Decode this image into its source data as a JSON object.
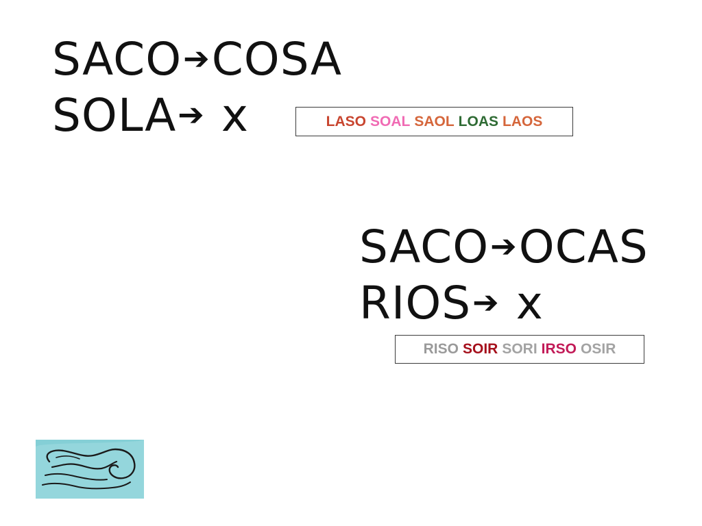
{
  "pair_one": {
    "line_a": {
      "left": "SACO",
      "right": "COSA"
    },
    "line_b": {
      "left": "SOLA",
      "right": "x"
    },
    "options": [
      {
        "text": "LASO",
        "color": "#c8452f"
      },
      {
        "text": "SOAL",
        "color": "#f06bb4"
      },
      {
        "text": "SAOL",
        "color": "#d5663b"
      },
      {
        "text": "LOAS",
        "color": "#2f6b34"
      },
      {
        "text": "LAOS",
        "color": "#d5663b"
      }
    ]
  },
  "pair_two": {
    "line_a": {
      "left": "SACO",
      "right": "OCAS"
    },
    "line_b": {
      "left": "RIOS",
      "right": "x"
    },
    "options": [
      {
        "text": "RISO",
        "color": "#9a9a9a"
      },
      {
        "text": "SOIR",
        "color": "#a5101c"
      },
      {
        "text": "SORI",
        "color": "#a3a3a3"
      },
      {
        "text": "IRSO",
        "color": "#c21a57"
      },
      {
        "text": "OSIR",
        "color": "#a3a3a3"
      }
    ]
  },
  "arrow_icon": "right-arrow-icon",
  "wave_icon": "wave-icon",
  "colors": {
    "text": "#111111",
    "wave_fill": "#84cfd6",
    "box_border": "#3a3a3a"
  }
}
